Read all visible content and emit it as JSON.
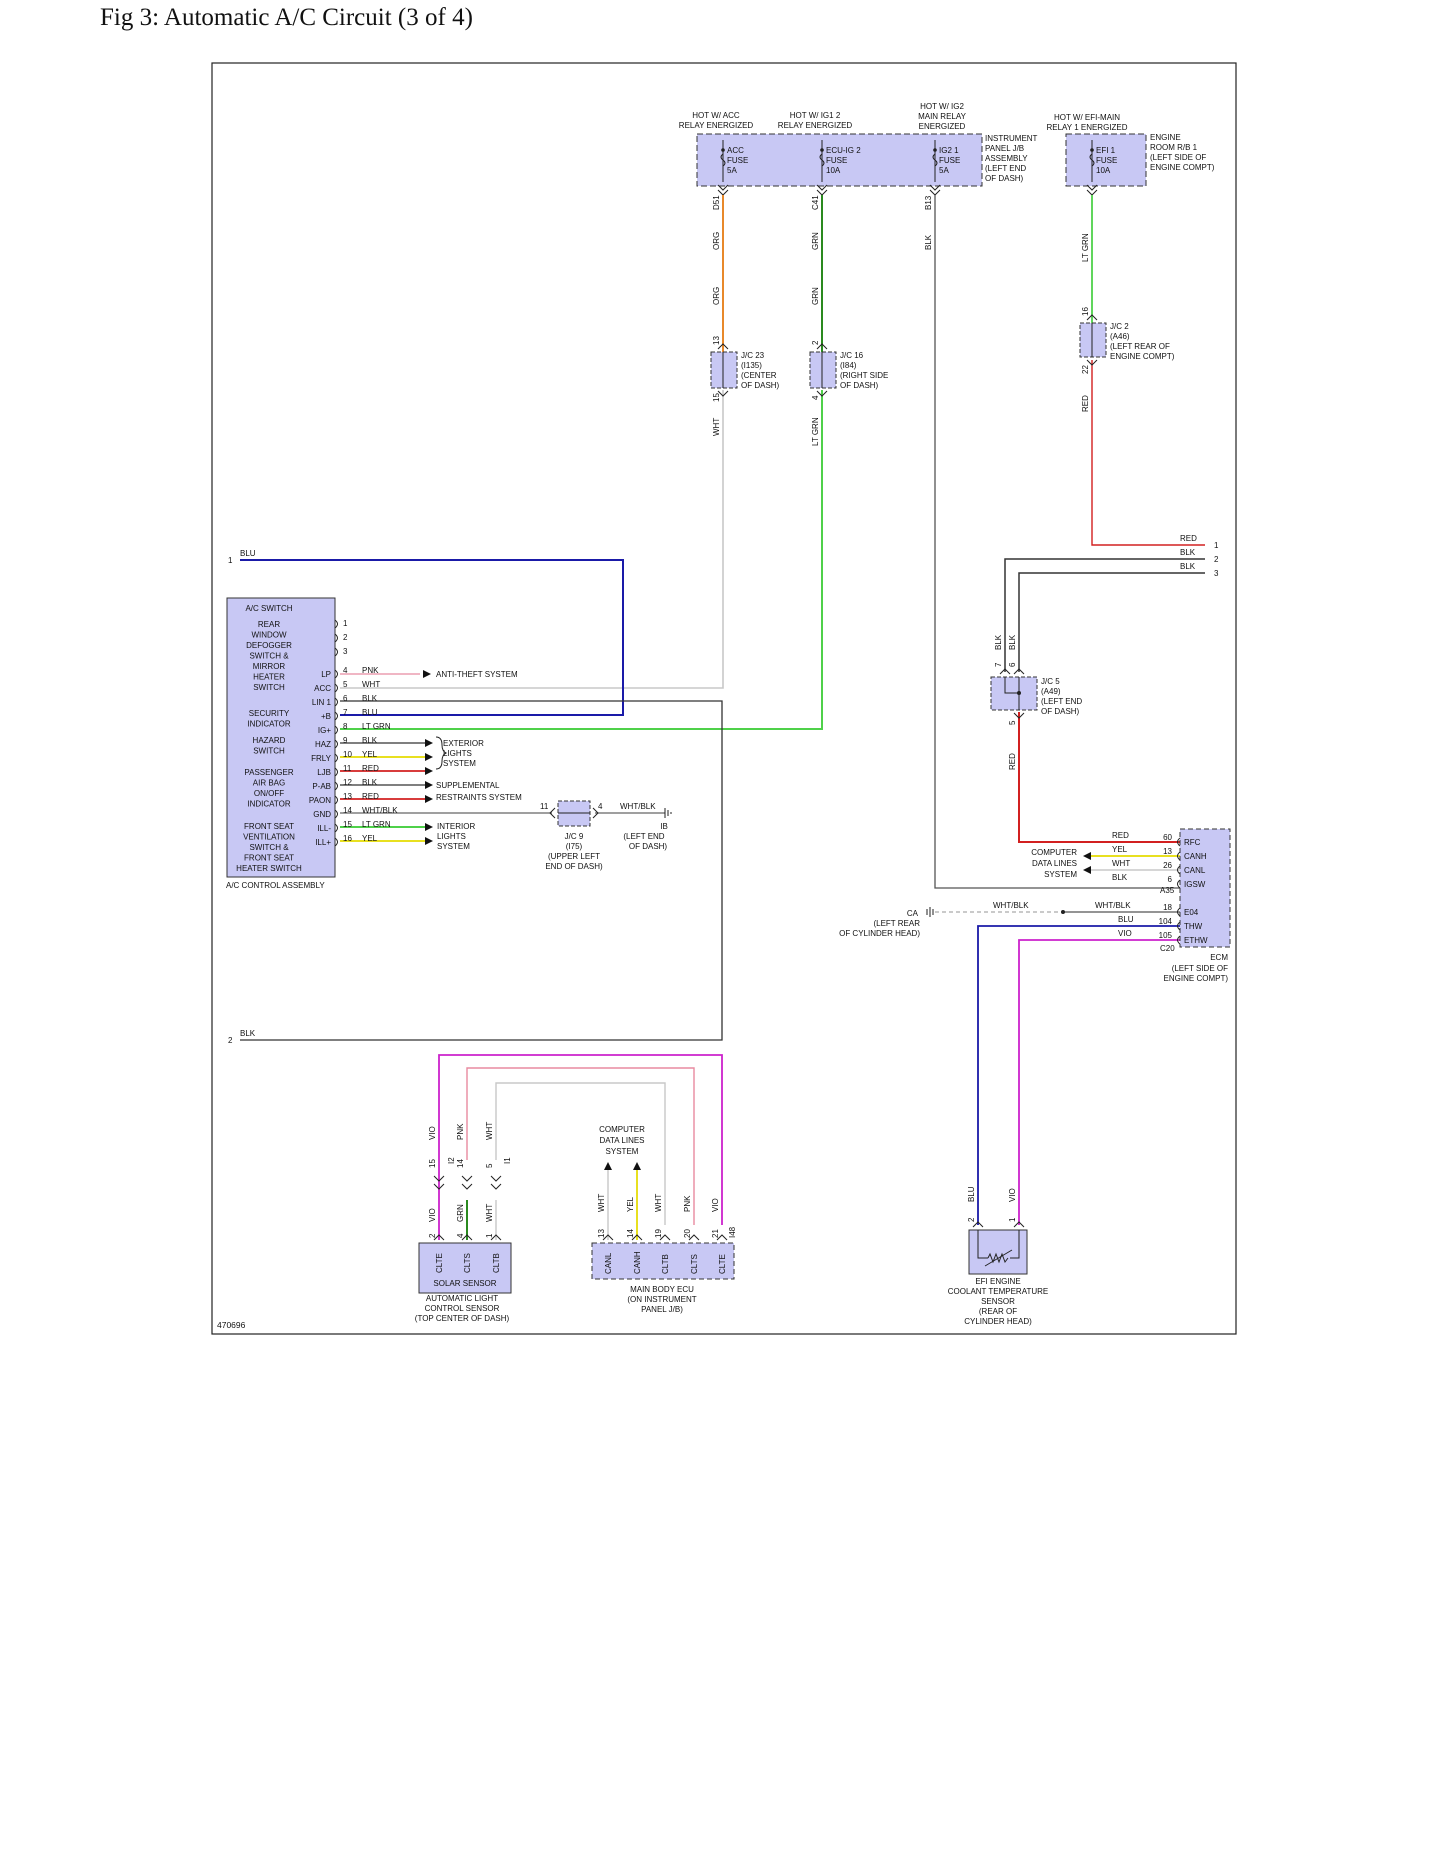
{
  "title": "Fig 3: Automatic A/C Circuit (3 of 4)",
  "figure_id": "470696",
  "colors": {
    "ORG": "#e8892b",
    "GRN": "#2a8a1f",
    "LT GRN": "#4fd14a",
    "WHT": "#c8c8c8",
    "BLU": "#1a1aa8",
    "BLK": "#222222",
    "RED": "#d22020",
    "PNK": "#e88aa0",
    "YEL": "#e8e020",
    "VIO": "#cc22cc",
    "WHT/BLK": "#888888",
    "COMPONENT": "#c8c8f4"
  },
  "power_sources": {
    "acc_label": [
      "HOT W/ ACC",
      "RELAY ENERGIZED"
    ],
    "ig1_label": [
      "HOT W/ IG1 2",
      "RELAY ENERGIZED"
    ],
    "ig2_label": [
      "HOT W/ IG2",
      "MAIN RELAY",
      "ENERGIZED"
    ],
    "efi_label": [
      "HOT W/ EFI-MAIN",
      "RELAY 1 ENERGIZED"
    ]
  },
  "fuses": {
    "acc": [
      "ACC",
      "FUSE",
      "5A"
    ],
    "ecu_ig2": [
      "ECU-IG 2",
      "FUSE",
      "10A"
    ],
    "ig2_1": [
      "IG2 1",
      "FUSE",
      "5A"
    ],
    "efi1": [
      "EFI 1",
      "FUSE",
      "10A"
    ],
    "ip_jb": [
      "INSTRUMENT",
      "PANEL J/B",
      "ASSEMBLY",
      "(LEFT END",
      "OF DASH)"
    ],
    "er_rb": [
      "ENGINE",
      "ROOM R/B 1",
      "(LEFT SIDE OF",
      "ENGINE COMPT)"
    ],
    "connectors": [
      "D51",
      "C41",
      "B13"
    ]
  },
  "wire_labels": {
    "org1": "ORG",
    "org2": "ORG",
    "grn1": "GRN",
    "grn2": "GRN",
    "blk_b13": "BLK",
    "ltgrn_efi": "LT GRN",
    "red_jc2": "RED",
    "wht_jc23": "WHT",
    "ltgrn_jc16": "LT GRN",
    "blu_top": "BLU",
    "blk_bottom": "BLK",
    "red_1": "RED",
    "blk_2": "BLK",
    "blk_3": "BLK",
    "blk_jc5_a": "BLK",
    "blk_jc5_b": "BLK",
    "red_jc5": "RED",
    "ecm_red": "RED",
    "ecm_yel": "YEL",
    "ecm_wht": "WHT",
    "ecm_blk": "BLK",
    "whtblk_ca": "WHT/BLK",
    "whtblk_e04": "WHT/BLK",
    "blu_e04": "BLU",
    "vio_e04": "VIO",
    "blu_sensor": "BLU",
    "vio_sensor": "VIO",
    "whtblk_jc9": "WHT/BLK"
  },
  "offpage": {
    "p1": "1",
    "p2": "2",
    "r1": "1",
    "r2": "2",
    "r3": "3"
  },
  "junctions": {
    "jc23": [
      "J/C 23",
      "(I135)",
      "(CENTER",
      "OF DASH)"
    ],
    "jc23_pins": [
      "13",
      "15"
    ],
    "jc16": [
      "J/C 16",
      "(I84)",
      "(RIGHT SIDE",
      "OF DASH)"
    ],
    "jc16_pins": [
      "2",
      "4"
    ],
    "jc2": [
      "J/C 2",
      "(A46)",
      "(LEFT REAR OF",
      "ENGINE COMPT)"
    ],
    "jc2_pins": [
      "16",
      "22"
    ],
    "jc5": [
      "J/C 5",
      "(A49)",
      "(LEFT END",
      "OF DASH)"
    ],
    "jc5_pins": [
      "7",
      "6",
      "5"
    ],
    "jc9": [
      "J/C 9",
      "(I75)",
      "(UPPER LEFT",
      "END OF DASH)"
    ],
    "jc9_pins": [
      "11",
      "4"
    ],
    "ib": [
      "IB",
      "(LEFT END",
      "OF DASH)"
    ],
    "ca": [
      "CA",
      "(LEFT REAR",
      "OF CYLINDER HEAD)"
    ]
  },
  "ac_switch": {
    "title": "A/C SWITCH",
    "groups": [
      [
        "REAR",
        "WINDOW",
        "DEFOGGER",
        "SWITCH &",
        "MIRROR",
        "HEATER",
        "SWITCH"
      ],
      [
        "SECURITY",
        "INDICATOR"
      ],
      [
        "HAZARD",
        "SWITCH"
      ],
      [
        "PASSENGER",
        "AIR BAG",
        "ON/OFF",
        "INDICATOR"
      ],
      [
        "FRONT SEAT",
        "VENTILATION",
        "SWITCH &",
        "FRONT SEAT",
        "HEATER SWITCH"
      ]
    ],
    "assembly": "A/C CONTROL ASSEMBLY",
    "top_pins": [
      "1",
      "2",
      "3"
    ],
    "pins": [
      {
        "term": "LP",
        "num": "4",
        "color": "PNK"
      },
      {
        "term": "ACC",
        "num": "5",
        "color": "WHT"
      },
      {
        "term": "LIN 1",
        "num": "6",
        "color": "BLK"
      },
      {
        "term": "+B",
        "num": "7",
        "color": "BLU"
      },
      {
        "term": "IG+",
        "num": "8",
        "color": "LT GRN"
      },
      {
        "term": "HAZ",
        "num": "9",
        "color": "BLK"
      },
      {
        "term": "FRLY",
        "num": "10",
        "color": "YEL"
      },
      {
        "term": "LJB",
        "num": "11",
        "color": "RED"
      },
      {
        "term": "P-AB",
        "num": "12",
        "color": "BLK"
      },
      {
        "term": "PAON",
        "num": "13",
        "color": "RED"
      },
      {
        "term": "GND",
        "num": "14",
        "color": "WHT/BLK"
      },
      {
        "term": "ILL-",
        "num": "15",
        "color": "LT GRN"
      },
      {
        "term": "ILL+",
        "num": "16",
        "color": "YEL"
      }
    ]
  },
  "systems": {
    "anti_theft": "ANTI-THEFT SYSTEM",
    "exterior": [
      "EXTERIOR",
      "LIGHTS",
      "SYSTEM"
    ],
    "srs": [
      "SUPPLEMENTAL",
      "RESTRAINTS SYSTEM"
    ],
    "interior": [
      "INTERIOR",
      "LIGHTS",
      "SYSTEM"
    ],
    "cdl_ecm": [
      "COMPUTER",
      "DATA LINES",
      "SYSTEM"
    ],
    "cdl_body": [
      "COMPUTER",
      "DATA LINES",
      "SYSTEM"
    ]
  },
  "ecm": {
    "name": "ECM",
    "location": [
      "(LEFT SIDE OF",
      "ENGINE COMPT)"
    ],
    "terms": [
      "RFC",
      "CANH",
      "CANL",
      "IGSW",
      "E04",
      "THW",
      "ETHW"
    ],
    "pins": [
      "60",
      "13",
      "26",
      "6",
      "18",
      "104",
      "105"
    ],
    "connectors": [
      "A35",
      "C20"
    ]
  },
  "solar_sensor": {
    "name": "SOLAR SENSOR",
    "location": [
      "AUTOMATIC LIGHT",
      "CONTROL SENSOR",
      "(TOP CENTER OF DASH)"
    ],
    "terms": [
      "CLTE",
      "CLTS",
      "CLTB"
    ],
    "pins": [
      "2",
      "4",
      "1"
    ],
    "wires": [
      "VIO",
      "GRN",
      "WHT"
    ],
    "upper_pins": [
      "15",
      "14",
      "5"
    ],
    "upper_wires": [
      "VIO",
      "PNK",
      "WHT"
    ],
    "connectors": [
      "I2",
      "I1"
    ]
  },
  "body_ecu": {
    "name": [
      "MAIN BODY ECU",
      "(ON INSTRUMENT",
      "PANEL J/B)"
    ],
    "terms": [
      "CANL",
      "CANH",
      "CLTB",
      "CLTS",
      "CLTE"
    ],
    "pins": [
      "13",
      "14",
      "19",
      "20",
      "21"
    ],
    "wires": [
      "WHT",
      "YEL",
      "WHT",
      "PNK",
      "VIO"
    ],
    "connector": "I48"
  },
  "coolant_sensor": {
    "name": [
      "EFI ENGINE",
      "COOLANT TEMPERATURE",
      "SENSOR",
      "(REAR OF",
      "CYLINDER HEAD)"
    ],
    "pins": [
      "2",
      "1"
    ]
  }
}
